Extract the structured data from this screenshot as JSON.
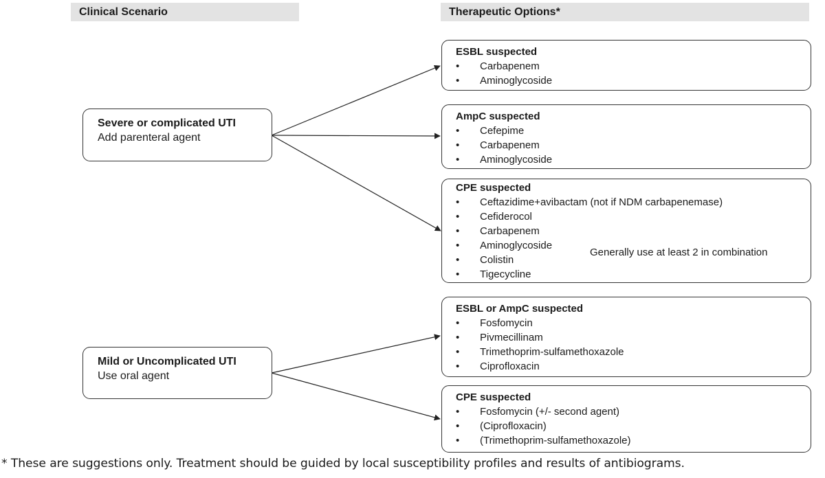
{
  "headers": {
    "left": "Clinical Scenario",
    "right": "Therapeutic Options*"
  },
  "scenarios": {
    "severe": {
      "title": "Severe or complicated UTI",
      "subtitle": "Add parenteral agent"
    },
    "mild": {
      "title": "Mild or Uncomplicated UTI",
      "subtitle": "Use oral agent"
    }
  },
  "options": {
    "esbl": {
      "title": "ESBL suspected",
      "items": [
        "Carbapenem",
        "Aminoglycoside"
      ]
    },
    "ampc": {
      "title": "AmpC suspected",
      "items": [
        "Cefepime",
        "Carbapenem",
        "Aminoglycoside"
      ]
    },
    "cpe1": {
      "title": "CPE suspected",
      "items": [
        "Ceftazidime+avibactam (not if NDM carbapenemase)",
        "Cefiderocol",
        "Carbapenem",
        "Aminoglycoside",
        "Colistin",
        "Tigecycline"
      ]
    },
    "esbl_ampc": {
      "title": "ESBL or AmpC suspected",
      "items": [
        "Fosfomycin",
        "Pivmecillinam",
        "Trimethoprim-sulfamethoxazole",
        "Ciprofloxacin"
      ]
    },
    "cpe2": {
      "title": "CPE suspected",
      "items": [
        "Fosfomycin (+/- second agent)",
        "(Ciprofloxacin)",
        "(Trimethoprim-sulfamethoxazole)"
      ]
    }
  },
  "combination_note": "Generally use at least 2 in combination",
  "footnote": "* These are suggestions only. Treatment should be guided by local susceptibility profiles and results of antibiograms."
}
